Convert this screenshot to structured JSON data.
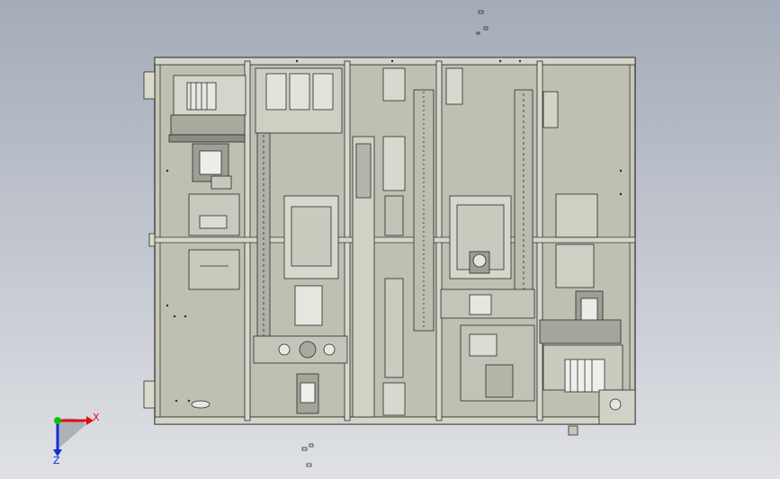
{
  "viewport": {
    "background_top": "#a4acb9",
    "background_bottom": "#dfe1e5"
  },
  "assembly": {
    "frame_color": "#c9cabd",
    "panel_color": "#bfc1b3",
    "line_color": "#2b2b2b",
    "bay_count": 5
  },
  "triad": {
    "x_label": "X",
    "z_label": "Z",
    "x_color": "#e01010",
    "y_color": "#10c010",
    "z_color": "#1030d0"
  }
}
